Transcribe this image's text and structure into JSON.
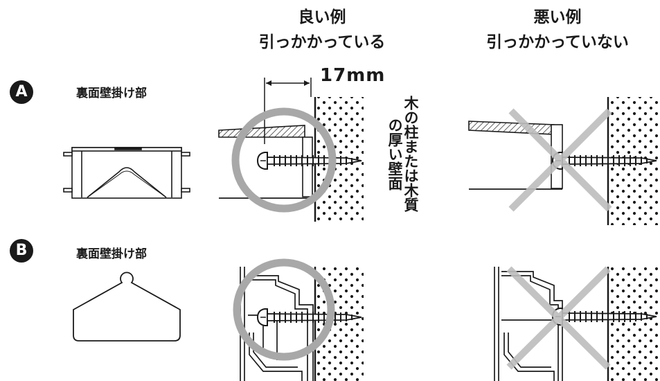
{
  "headers": {
    "good": {
      "line1": "良い例",
      "line2": "引っかかっている"
    },
    "bad": {
      "line1": "悪い例",
      "line2": "引っかかっていない"
    }
  },
  "rows": [
    {
      "badge": "A",
      "part_label": "裏面壁掛け部"
    },
    {
      "badge": "B",
      "part_label": "裏面壁掛け部"
    }
  ],
  "dimension": "17mm",
  "wall_note": "木の柱または木質の厚い壁面",
  "colors": {
    "ink": "#1a1a1a",
    "circle": "#a8a8a8",
    "cross": "#bdbdbd"
  }
}
